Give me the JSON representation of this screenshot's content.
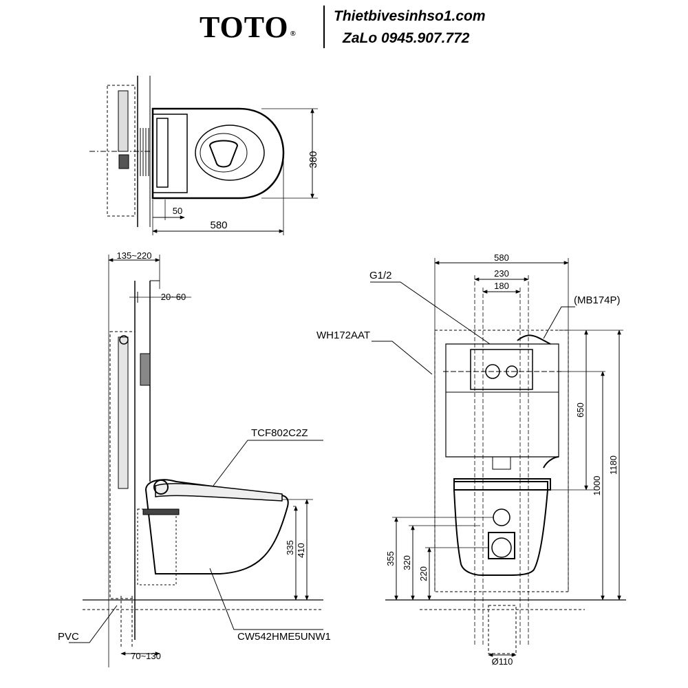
{
  "header": {
    "brand": "TOTO",
    "registered_mark": "®",
    "website": "Thietbivesinhso1.com",
    "phone": "ZaLo 0945.907.772"
  },
  "top_view": {
    "dim_depth": "580",
    "dim_offset": "50",
    "dim_width": "380"
  },
  "side_view": {
    "dim_wall_depth": "135~220",
    "dim_gap": "20~60",
    "dim_bottom": "70~130",
    "dim_seat_height": "410",
    "dim_bowl_height": "335",
    "label_seat": "TCF802C2Z",
    "label_bowl": "CW542HME5UNW1",
    "label_pipe": "PVC"
  },
  "front_view": {
    "dim_frame_width": "580",
    "dim_inner_230": "230",
    "dim_inner_180": "180",
    "dim_tank": "650",
    "dim_1000": "1000",
    "dim_1180": "1180",
    "dim_355": "355",
    "dim_320": "320",
    "dim_220": "220",
    "dim_drain": "Ø110",
    "label_inlet": "G1/2",
    "label_plate": "(MB174P)",
    "label_frame": "WH172AAT"
  }
}
